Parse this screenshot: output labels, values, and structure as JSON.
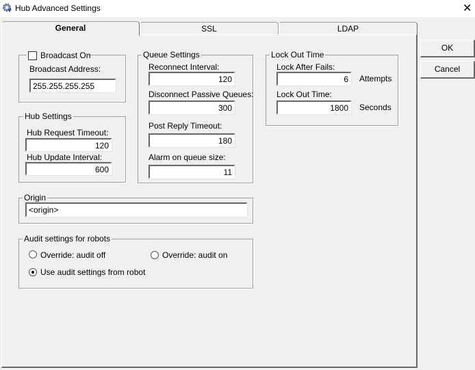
{
  "window": {
    "title": "Hub Advanced Settings",
    "close": "✕"
  },
  "tabs": [
    {
      "label": "General"
    },
    {
      "label": "SSL"
    },
    {
      "label": "LDAP"
    }
  ],
  "buttons": {
    "ok": "OK",
    "cancel": "Cancel"
  },
  "broadcast": {
    "checkbox_label": "Broadcast On",
    "checked": false,
    "address_label": "Broadcast Address:",
    "address": "255.255.255.255"
  },
  "hub_settings": {
    "title": "Hub Settings",
    "request_timeout_label": "Hub Request Timeout:",
    "request_timeout": "120",
    "update_interval_label": "Hub Update Interval:",
    "update_interval": "600"
  },
  "queue_settings": {
    "title": "Queue Settings",
    "reconnect_label": "Reconnect Interval:",
    "reconnect": "120",
    "disconnect_label": "Disconnect Passive Queues:",
    "disconnect": "300",
    "post_reply_label": "Post Reply Timeout:",
    "post_reply": "180",
    "alarm_label": "Alarm on queue size:",
    "alarm": "11"
  },
  "lockout": {
    "title": "Lock Out Time",
    "fails_label": "Lock After Fails:",
    "fails": "6",
    "fails_unit": "Attempts",
    "time_label": "Lock Out Time:",
    "time": "1800",
    "time_unit": "Seconds"
  },
  "origin": {
    "title": "Origin",
    "value": "<origin>"
  },
  "audit": {
    "title": "Audit settings for robots",
    "options": [
      {
        "label": "Override: audit off",
        "selected": false
      },
      {
        "label": "Override: audit on",
        "selected": false
      },
      {
        "label": "Use audit settings from robot",
        "selected": true
      }
    ]
  }
}
